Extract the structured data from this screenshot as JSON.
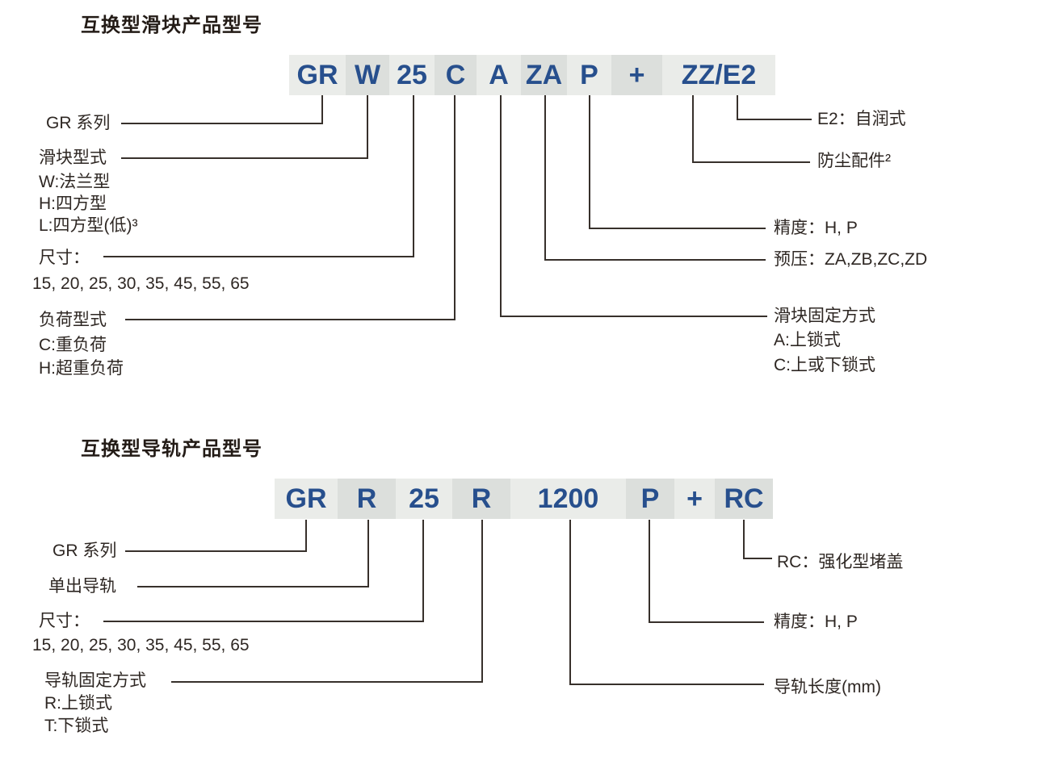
{
  "slider": {
    "title": "互换型滑块产品型号",
    "code": [
      "GR",
      "W",
      "25",
      "C",
      "A",
      "ZA",
      "P",
      "+",
      "ZZ/E2"
    ],
    "labels": {
      "series": "GR 系列",
      "type_title": "滑块型式",
      "type_options": [
        "W:法兰型",
        "H:四方型",
        "L:四方型(低)³"
      ],
      "size_title": "尺寸：",
      "size_options": "15, 20, 25, 30, 35, 45, 55, 65",
      "load_title": "负荷型式",
      "load_options": [
        "C:重负荷",
        "H:超重负荷"
      ],
      "e2": "E2：自润式",
      "dust": "防尘配件²",
      "precision": "精度：H, P",
      "preload": "预压：ZA,ZB,ZC,ZD",
      "fixing_title": "滑块固定方式",
      "fixing_options": [
        "A:上锁式",
        "C:上或下锁式"
      ]
    }
  },
  "rail": {
    "title": "互换型导轨产品型号",
    "code": [
      "GR",
      "R",
      "25",
      "R",
      "1200",
      "P",
      "+",
      "RC"
    ],
    "labels": {
      "series": "GR 系列",
      "single_rail": "单出导轨",
      "size_title": "尺寸：",
      "size_options": "15, 20, 25, 30, 35, 45, 55, 65",
      "fixing_title": "导轨固定方式",
      "fixing_options": [
        "R:上锁式",
        "T:下锁式"
      ],
      "rc": "RC：强化型堵盖",
      "precision": "精度：H, P",
      "length": "导轨长度(mm)"
    }
  },
  "colors": {
    "code_text": "#274f8d",
    "segment_light": "#eaece9",
    "segment_dark": "#dcdfdc",
    "line": "#37302b",
    "text": "#2e2723"
  }
}
